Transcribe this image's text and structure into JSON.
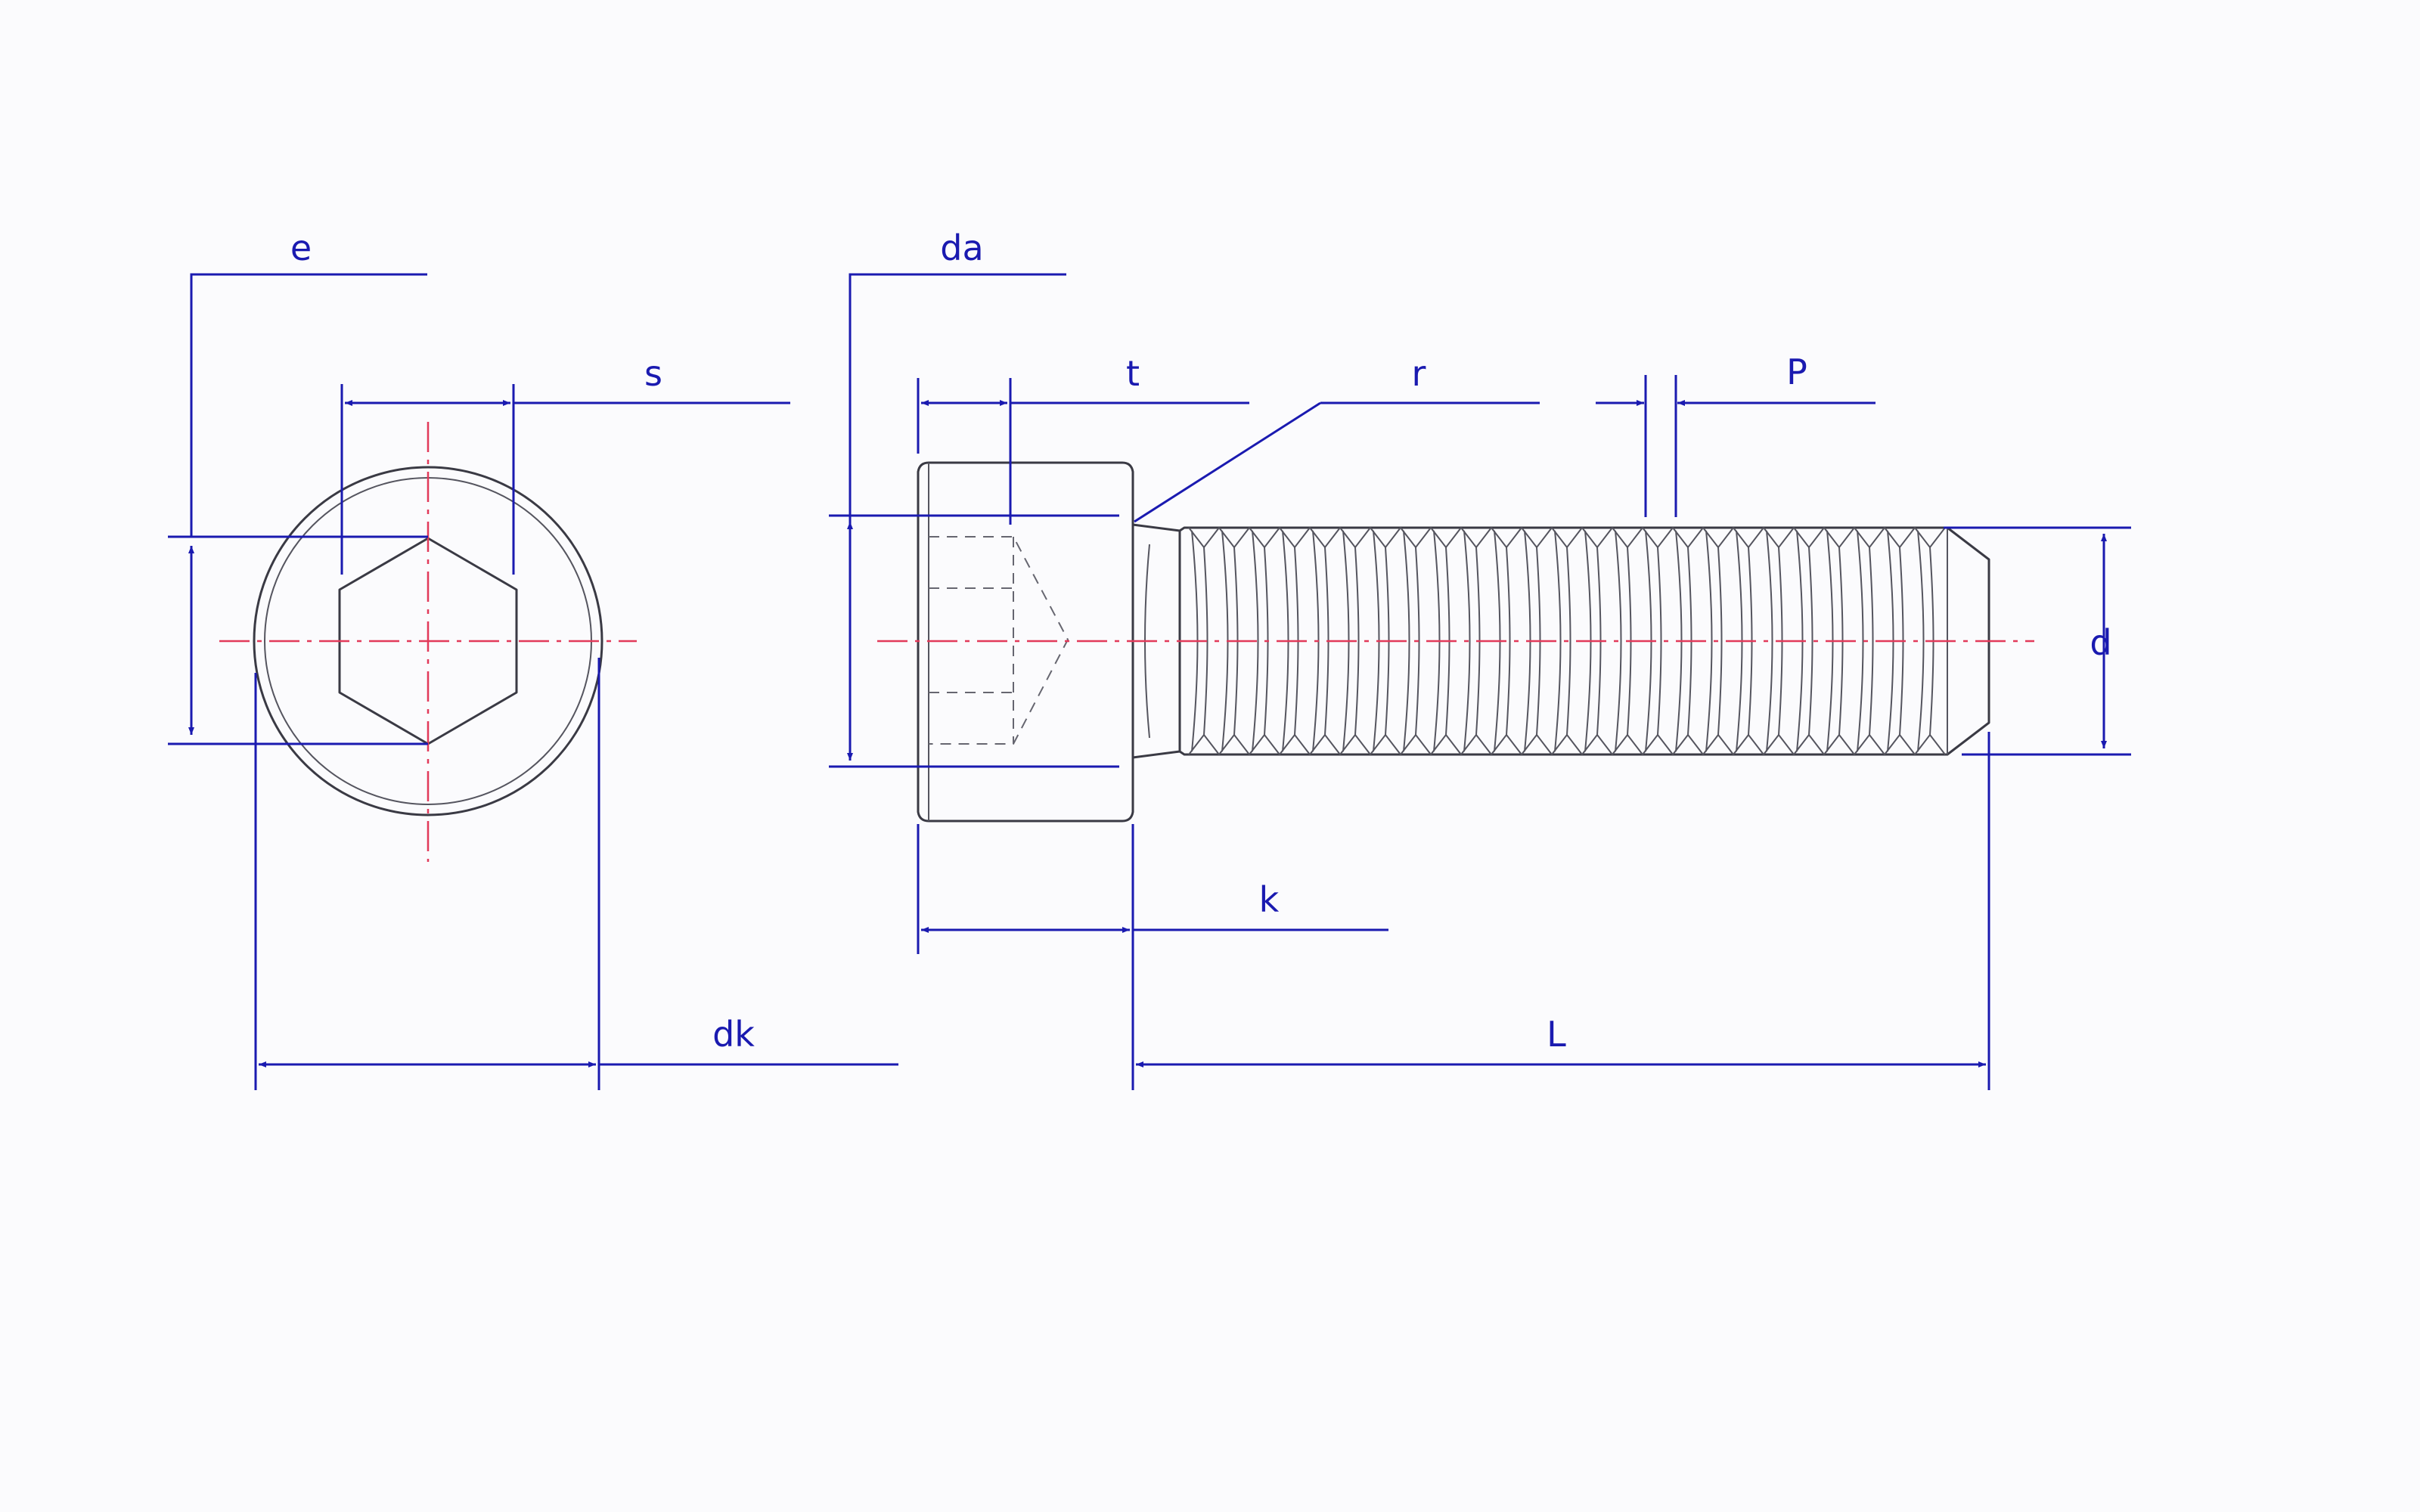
{
  "colors": {
    "background": "#fbfbfd",
    "outline": "#3a3a44",
    "dimension": "#1a1ab0",
    "centerline": "#e23a5a"
  },
  "labels": {
    "e": "e",
    "s": "s",
    "dk": "dk",
    "da": "da",
    "t": "t",
    "r": "r",
    "P": "P",
    "d": "d",
    "k": "k",
    "L": "L"
  }
}
